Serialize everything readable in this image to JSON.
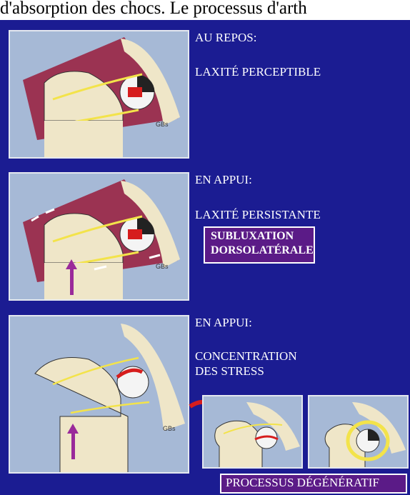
{
  "top_text": "d'absorption des chocs. Le processus d'arth",
  "colors": {
    "slide_bg": "#1b1c92",
    "panel_bg": "#a6b9d6",
    "bone": "#efe6c8",
    "capsule": "#9b3352",
    "ligament": "#f3e34a",
    "arrow": "#9a2a9a",
    "label_box": "#5b1b87"
  },
  "stages": [
    {
      "title": "AU REPOS:",
      "description": "LAXITÉ PERCEPTIBLE"
    },
    {
      "title": "EN APPUI:",
      "description": "LAXITÉ PERSISTANTE",
      "highlight_lines": [
        "SUBLUXATION",
        "DORSOLATÉRALE"
      ]
    },
    {
      "title": "EN APPUI:",
      "description_lines": [
        "CONCENTRATION",
        "DES STRESS"
      ]
    }
  ],
  "initials": "GBs",
  "footer_box": "PROCESSUS DÉGÉNÉRATIF"
}
